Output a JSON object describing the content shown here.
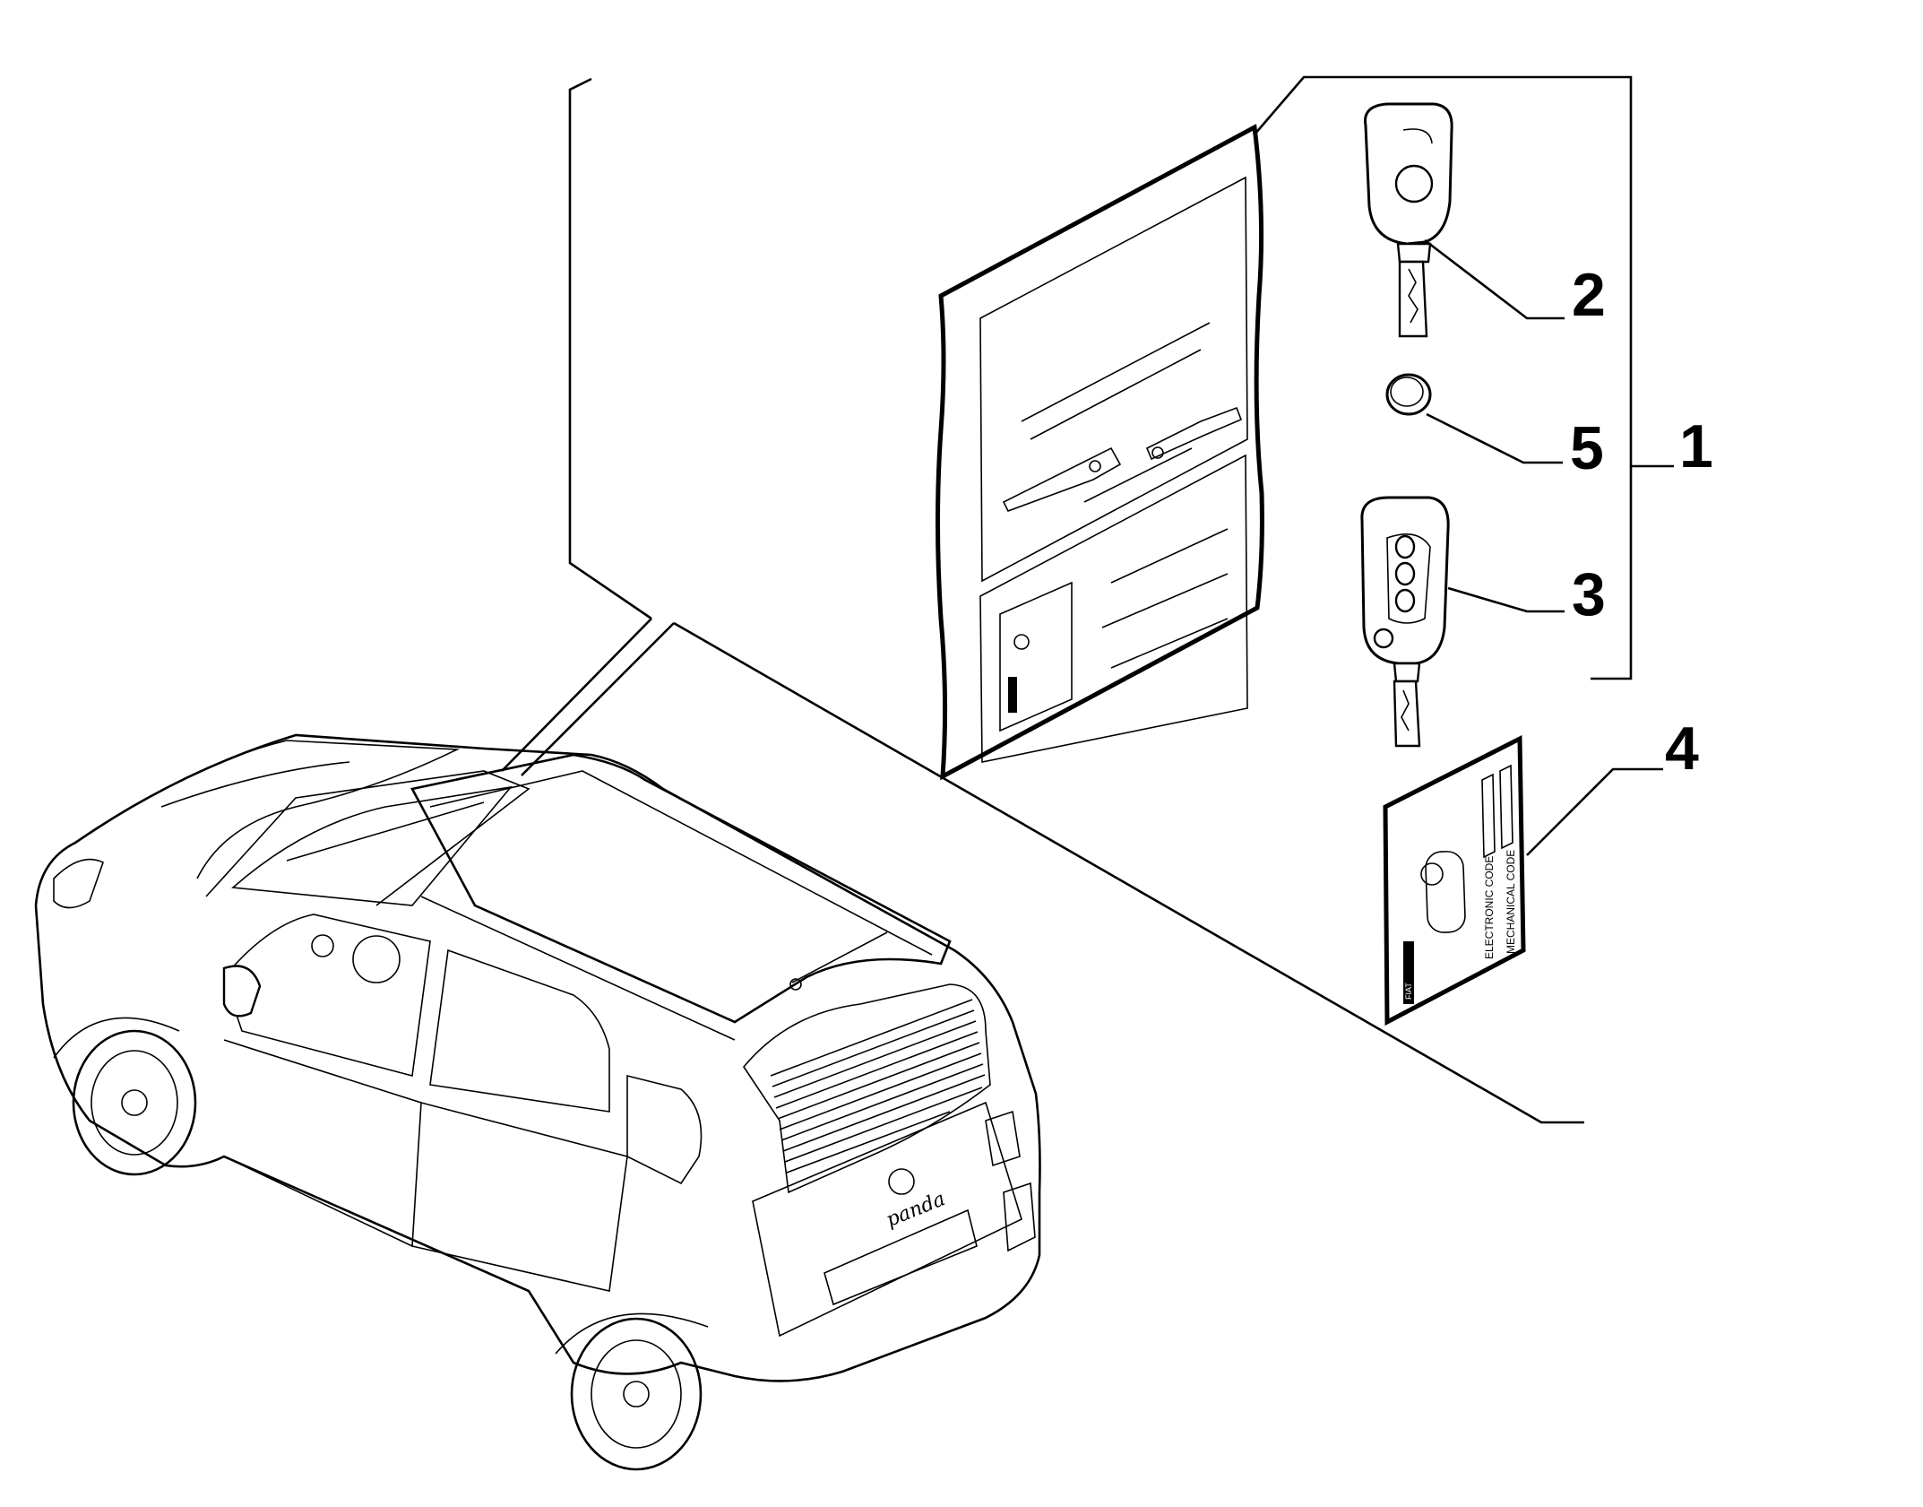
{
  "callouts": {
    "kit": "1",
    "blade_key": "2",
    "battery": "5",
    "flip_key": "3",
    "code_card": "4"
  },
  "code_card": {
    "electronic_code_label": "ELECTRONIC CODE",
    "mechanical_code_label": "MECHANICAL CODE",
    "brand": "FIAT"
  },
  "vehicle": {
    "badge": "panda"
  },
  "colors": {
    "line": "#000000",
    "background": "#ffffff"
  }
}
